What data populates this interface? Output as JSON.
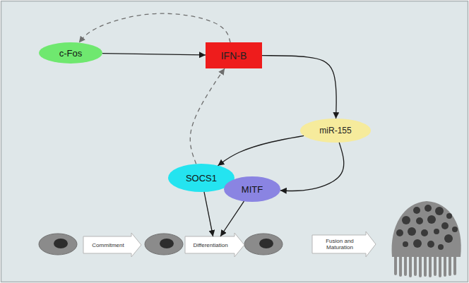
{
  "diagram": {
    "nodes": [
      {
        "text": [
          "c-Fos"
        ]
      },
      {
        "text": [
          "IFN-B"
        ]
      },
      {
        "text": [
          "miR-155"
        ]
      },
      {
        "text": [
          "SOCS1"
        ]
      },
      {
        "text": [
          "MITF"
        ]
      },
      {
        "text": [
          "Commitment"
        ]
      },
      {
        "text": [
          "Differentiation"
        ]
      },
      {
        "text": [
          "Fusion and Maturation"
        ]
      }
    ],
    "edges": [
      {
        "from": 0,
        "to": 1,
        "arrow": "to"
      },
      {
        "from": 1,
        "to": 0,
        "arrow": "to"
      },
      {
        "from": 1,
        "to": 2,
        "arrow": "to"
      },
      {
        "from": 2,
        "to": 3,
        "arrow": "to"
      },
      {
        "from": 2,
        "to": 4,
        "arrow": "to"
      },
      {
        "from": 3,
        "to": 1,
        "arrow": "to"
      },
      {
        "from": 3,
        "to": 6,
        "arrow": "to"
      },
      {
        "from": 4,
        "to": 6,
        "arrow": "to"
      }
    ]
  }
}
